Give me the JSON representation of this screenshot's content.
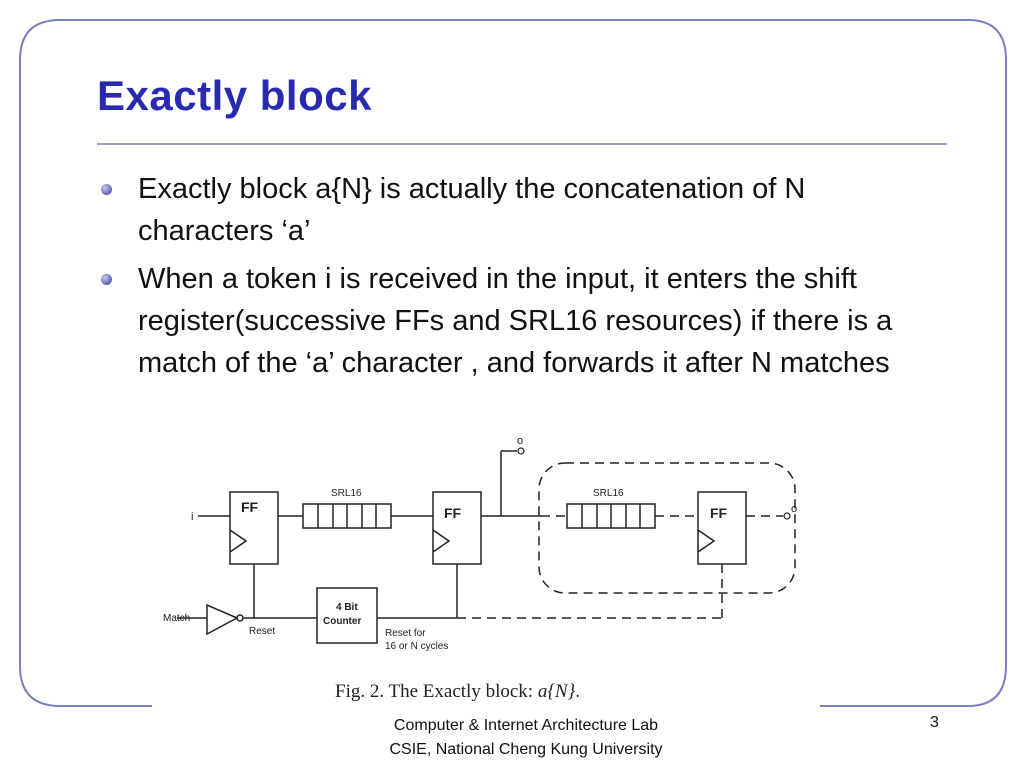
{
  "slide": {
    "title": "Exactly block",
    "bullets": [
      "Exactly block a{N} is actually the concatenation of N characters ‘a’",
      "When a token i is received in the input, it enters the shift register(successive FFs and SRL16 resources) if there is a match of the ‘a’ character , and forwards it after N matches"
    ]
  },
  "figure": {
    "ff_label": "FF",
    "srl_label": "SRL16",
    "input_label": "i",
    "output_label": "o",
    "match_label": "Match",
    "reset_label": "Reset",
    "counter_line1": "4 Bit",
    "counter_line2": "Counter",
    "reset_note_line1": "Reset for",
    "reset_note_line2": "16 or N cycles",
    "caption_prefix": "Fig. 2.    The Exactly block: ",
    "caption_math": "a{N}",
    "caption_suffix": "."
  },
  "footer": {
    "line1": "Computer & Internet Architecture Lab",
    "line2": "CSIE, National Cheng Kung University",
    "page_number": "3"
  },
  "colors": {
    "title": "#2a2ab0",
    "frame": "#7a7fc0",
    "bullet": "#5b5fb6"
  }
}
